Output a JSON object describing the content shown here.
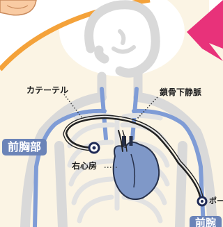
{
  "labels": {
    "catheter": "カテーテル",
    "subclavian_vein": "鎖骨下静脈",
    "right_atrium": "右心房",
    "port": "ポー"
  },
  "tags": {
    "front_chest": "前胸部",
    "forearm": "前腕"
  },
  "colors": {
    "frame_orange": "#f4a23a",
    "background_cream": "#fbf4e4",
    "pink_accent": "#e8327a",
    "body_outline": "#d9d9d9",
    "vein_blue": "#7f9cd6",
    "heart_blue": "#7f98c8",
    "label_tag_bg": "#6b84b8",
    "catheter_line": "#222222"
  },
  "icons": {
    "port_marker": "port-ring-icon",
    "character_arm": "character-arm-icon",
    "pink_burst": "pink-burst-icon"
  }
}
